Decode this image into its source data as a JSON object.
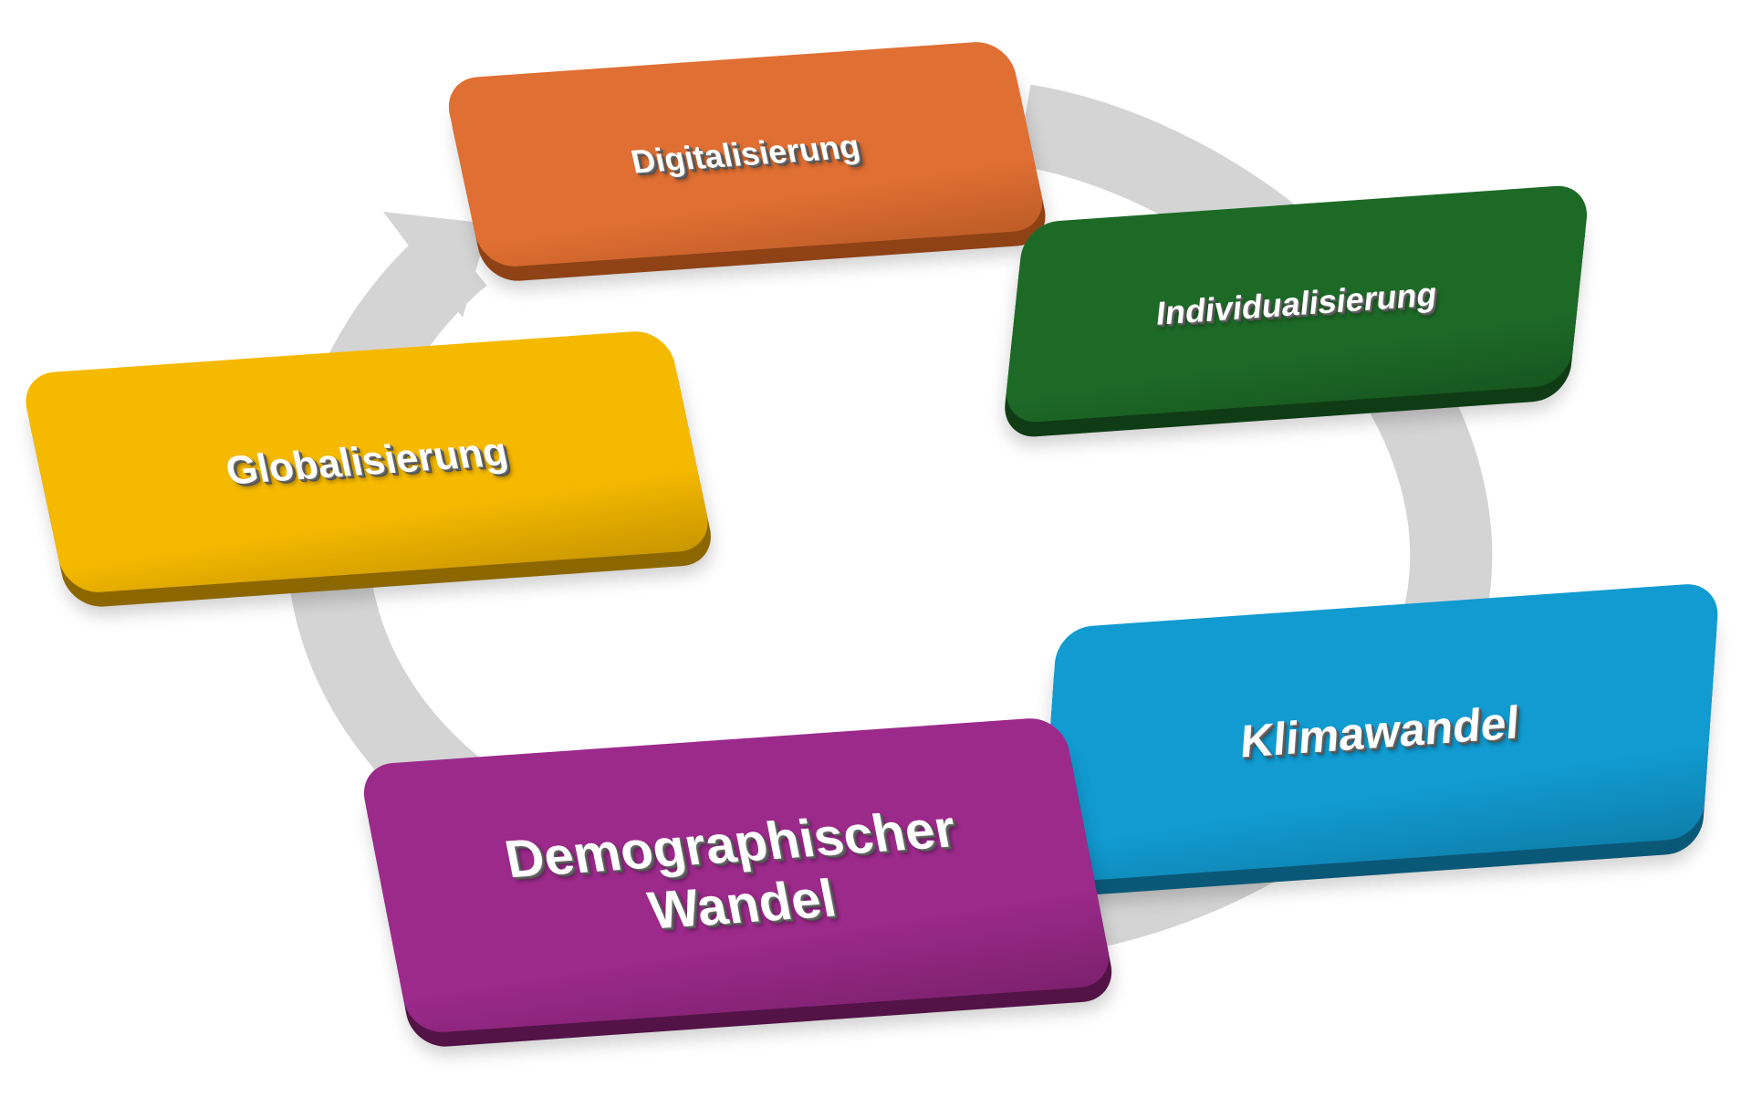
{
  "diagram": {
    "type": "cycle",
    "connector_color": "#d4d4d4",
    "items": [
      {
        "id": "digitalisierung",
        "label": "Digitalisierung",
        "color": "#e06f33",
        "side_color": "#8f4216"
      },
      {
        "id": "individualisierung",
        "label": "Individualisierung",
        "color": "#1d6a27",
        "side_color": "#0f3c15"
      },
      {
        "id": "klimawandel",
        "label": "Klimawandel",
        "color": "#119bd1",
        "side_color": "#0a5878"
      },
      {
        "id": "demographischer-wandel",
        "label": "Demographischer\nWandel",
        "color": "#9c2a8b",
        "side_color": "#531347"
      },
      {
        "id": "globalisierung",
        "label": "Globalisierung",
        "color": "#f5b900",
        "side_color": "#8c6700"
      }
    ]
  }
}
